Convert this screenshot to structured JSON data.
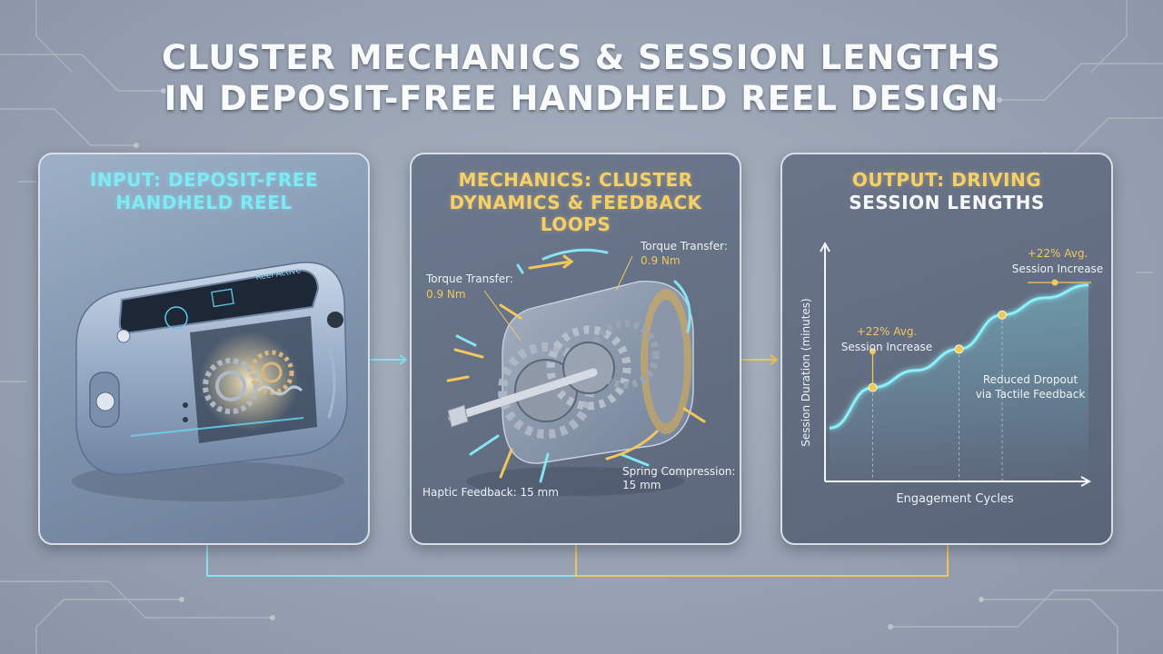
{
  "title": {
    "line1": "Cluster Mechanics & Session Lengths",
    "line2": "in Deposit-Free Handheld Reel Design"
  },
  "colors": {
    "accent_cyan": "#7fe9f4",
    "accent_gold": "#f2c75c",
    "panel_dark": "#5d687c"
  },
  "panels": {
    "input": {
      "heading_line1": "Input: Deposit-Free",
      "heading_line2": "Handheld Reel",
      "screen_text": "Reel Active"
    },
    "mechanics": {
      "heading_line1": "Mechanics: Cluster",
      "heading_line2": "Dynamics & Feedback Loops",
      "labels": {
        "torque_left_name": "Torque Transfer:",
        "torque_left_value": "0.9 Nm",
        "torque_top_name": "Torque Transfer:",
        "torque_top_value": "0.9 Nm",
        "haptic_name": "Haptic Feedback:",
        "haptic_value": "15 mm",
        "spring_name": "Spring Compression:",
        "spring_value": "15 mm"
      }
    },
    "output": {
      "heading_line1": "Output: Driving",
      "heading_line2": "Session Lengths",
      "chart_annotations": {
        "top_value": "+22% Avg.",
        "top_text": "Session Increase",
        "mid_value": "+22% Avg.",
        "mid_text": "Session Increase",
        "dropout_line1": "Reduced Dropout",
        "dropout_line2": "via Tactile Feedback"
      }
    }
  },
  "chart_data": {
    "type": "line",
    "xlabel": "Engagement Cycles",
    "ylabel": "Session Duration (minutes)",
    "series": [
      {
        "values": [
          0.25,
          0.44,
          0.52,
          0.62,
          0.78,
          0.86,
          0.92
        ]
      }
    ],
    "highlighted_points": [
      1,
      3,
      4
    ],
    "grid": false
  }
}
